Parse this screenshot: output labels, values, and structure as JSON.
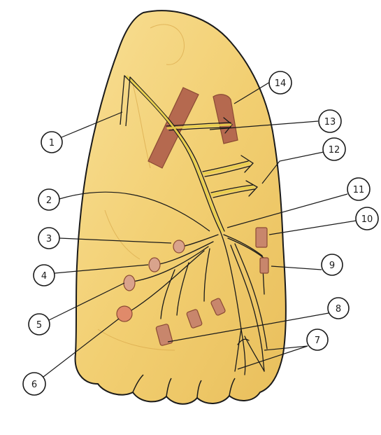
{
  "colors": {
    "skin": "#f2cf72",
    "skin_light": "#f8df95",
    "skin_shade": "#e2b554",
    "outline": "#1a1a1a",
    "nerve": "#e8d04a",
    "muscle": "#b5694f",
    "muscle_dark": "#8a4a34",
    "stump": "#c8866c"
  },
  "labels": [
    {
      "id": "1",
      "text": "1"
    },
    {
      "id": "2",
      "text": "2"
    },
    {
      "id": "3",
      "text": "3"
    },
    {
      "id": "4",
      "text": "4"
    },
    {
      "id": "5",
      "text": "5"
    },
    {
      "id": "6",
      "text": "6"
    },
    {
      "id": "7",
      "text": "7"
    },
    {
      "id": "8",
      "text": "8"
    },
    {
      "id": "9",
      "text": "9"
    },
    {
      "id": "10",
      "text": "10"
    },
    {
      "id": "11",
      "text": "11"
    },
    {
      "id": "12",
      "text": "12"
    },
    {
      "id": "13",
      "text": "13"
    },
    {
      "id": "14",
      "text": "14"
    }
  ]
}
